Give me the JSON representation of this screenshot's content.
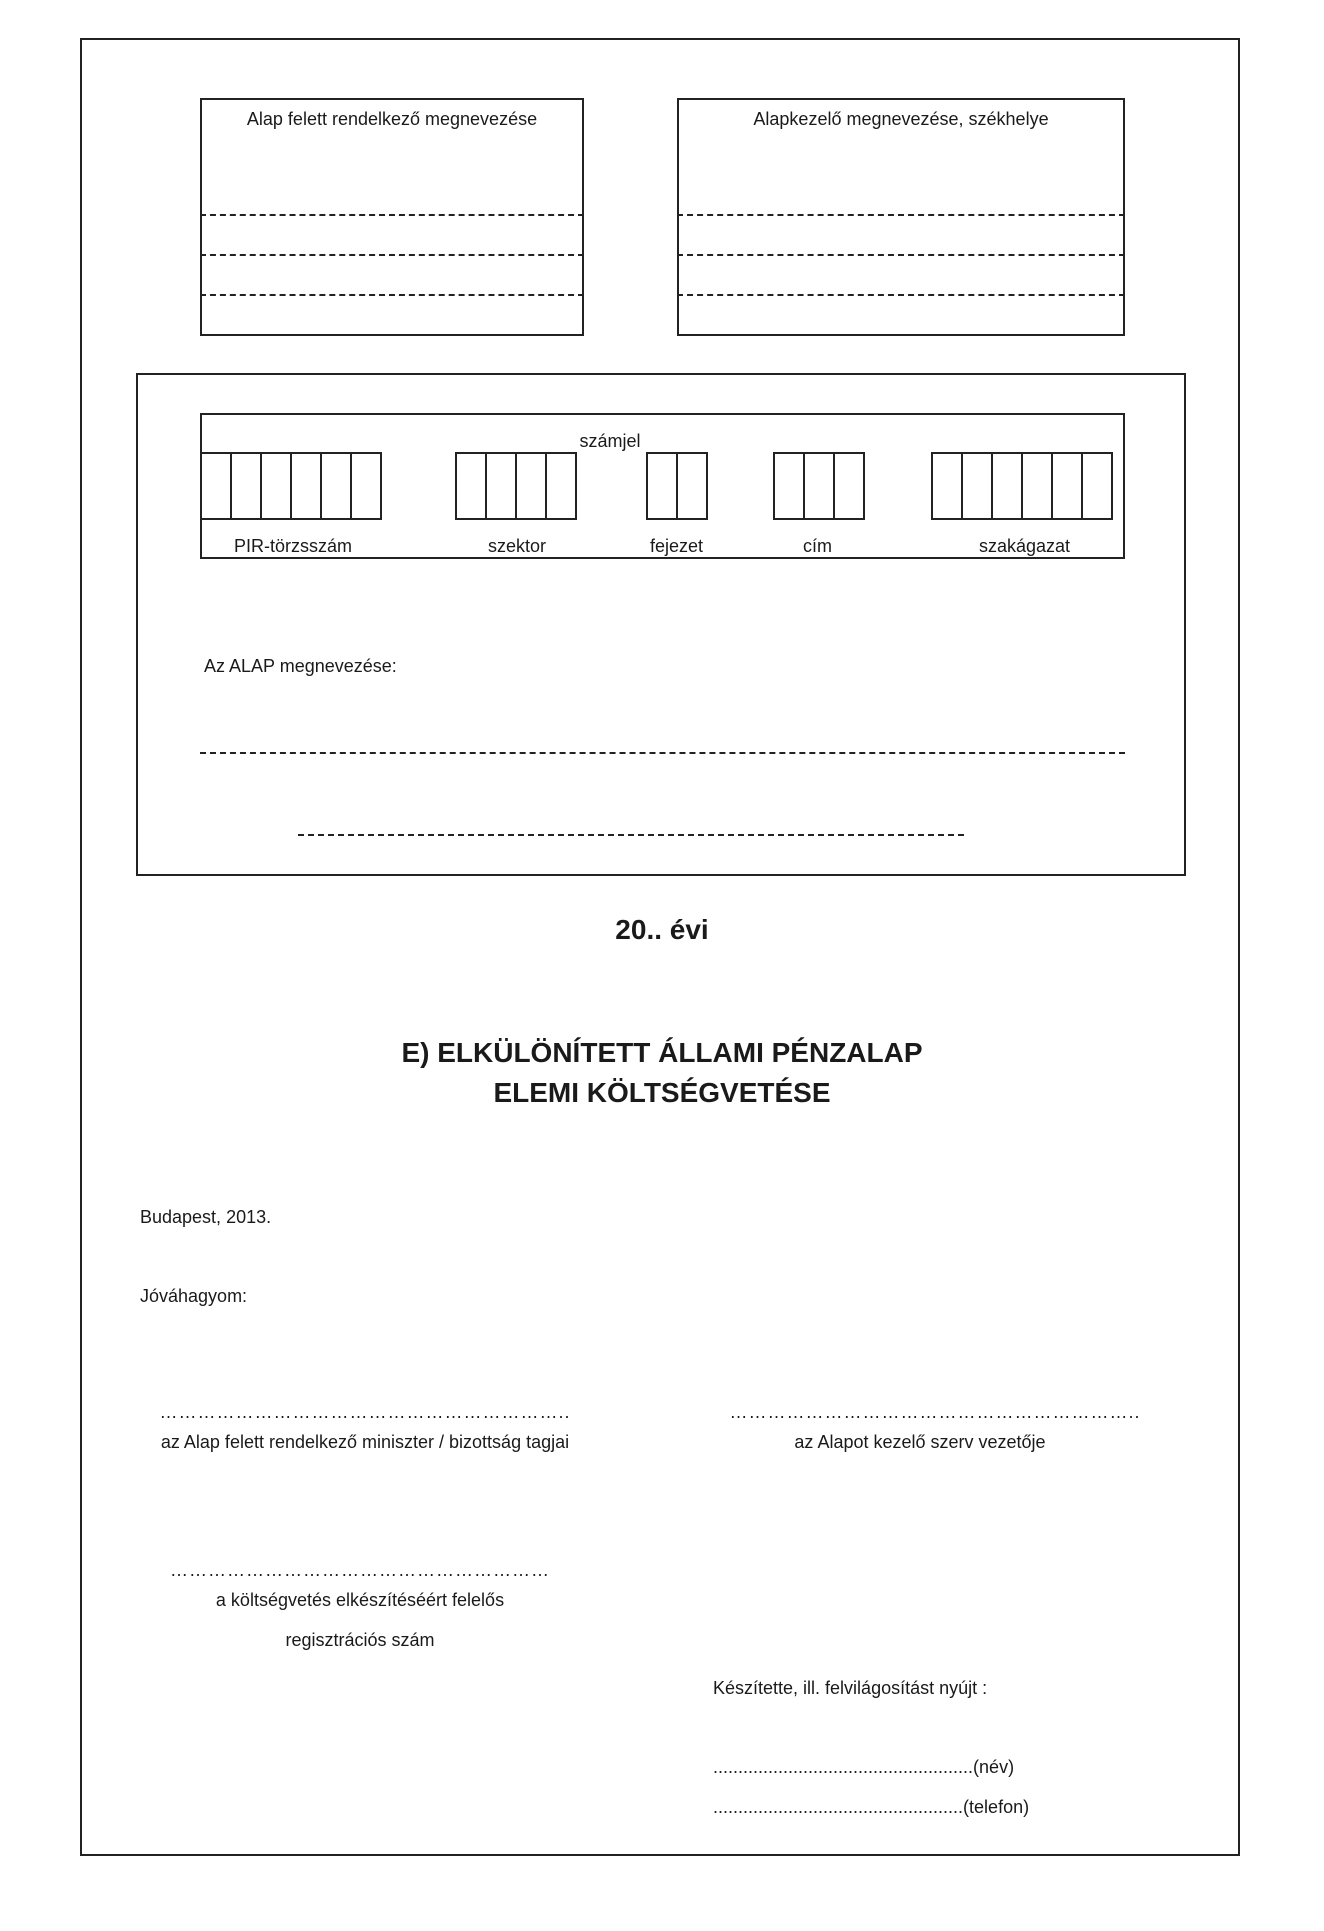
{
  "top_boxes": {
    "left_header": "Alap felett rendelkező megnevezése",
    "right_header": "Alapkezelő megnevezése, székhelye"
  },
  "szamjel": {
    "title": "számjel",
    "groups": [
      {
        "label": "PIR-törzsszám",
        "cells": 6
      },
      {
        "label": "szektor",
        "cells": 4
      },
      {
        "label": "fejezet",
        "cells": 2
      },
      {
        "label": "cím",
        "cells": 3
      },
      {
        "label": "szakágazat",
        "cells": 6
      }
    ]
  },
  "alap_label": "Az ALAP megnevezése:",
  "year_title": "20.. évi",
  "main_title_line1": "E) ELKÜLÖNÍTETT ÁLLAMI PÉNZALAP",
  "main_title_line2": "ELEMI KÖLTSÉGVETÉSE",
  "place_date": "Budapest, 2013.",
  "approve_label": "Jóváhagyom:",
  "sign_dots_left": "………………………………………………………..",
  "sign_left_label": "az Alap felett rendelkező miniszter / bizottság tagjai",
  "sign_dots_right": "………………………………………………………..",
  "sign_right_label": "az Alapot kezelő szerv vezetője",
  "sign_dots_bottom": "……………………………………………………",
  "resp_label": "a költségvetés elkészítéséért felelős",
  "reg_label": "regisztrációs szám",
  "prepared_label": "Készítette, ill. felvilágosítást nyújt :",
  "name_line": "....................................................(név)",
  "phone_line": "..................................................(telefon)"
}
